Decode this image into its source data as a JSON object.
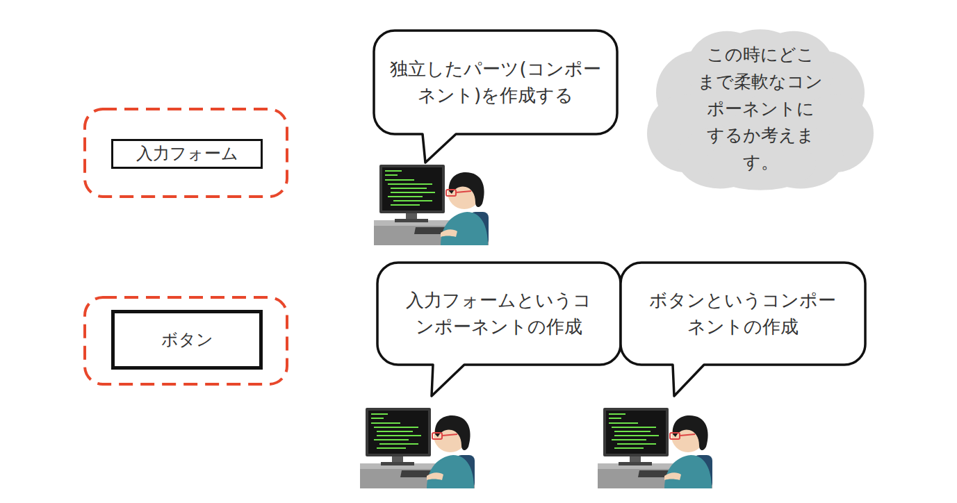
{
  "diagram": {
    "nodes": [
      {
        "text": [
          "入力フォーム"
        ]
      },
      {
        "text": [
          "独立したパーツ(コンポーネント)を作成する"
        ]
      },
      {
        "text": [
          "この時にどこまで柔軟なコンポーネントにするか考えます。"
        ]
      },
      {
        "text": [
          "ボタン"
        ]
      },
      {
        "text": [
          "入力フォームというコンポーネントの作成"
        ]
      },
      {
        "text": [
          "ボタンというコンポーネントの作成"
        ]
      }
    ]
  }
}
